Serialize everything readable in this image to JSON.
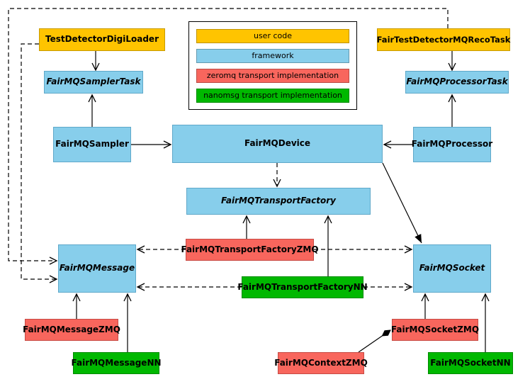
{
  "colors": {
    "user_code": "#FFC400",
    "framework": "#87CEEB",
    "zeromq": "#F8665D",
    "nanomsg": "#00B800"
  },
  "legend": {
    "items": [
      {
        "label": "user code",
        "color_key": "user_code"
      },
      {
        "label": "framework",
        "color_key": "framework"
      },
      {
        "label": "zeromq transport implementation",
        "color_key": "zeromq"
      },
      {
        "label": "nanomsg transport implementation",
        "color_key": "nanomsg"
      }
    ]
  },
  "nodes": {
    "testDetectorDigiLoader": {
      "label": "TestDetectorDigiLoader",
      "category": "user code",
      "abstract": false
    },
    "fairTestDetectorMQRecoTask": {
      "label": "FairTestDetectorMQRecoTask",
      "category": "user code",
      "abstract": false
    },
    "fairMQSamplerTask": {
      "label": "FairMQSamplerTask",
      "category": "framework",
      "abstract": true
    },
    "fairMQProcessorTask": {
      "label": "FairMQProcessorTask",
      "category": "framework",
      "abstract": true
    },
    "fairMQSampler": {
      "label": "FairMQSampler",
      "category": "framework",
      "abstract": false
    },
    "fairMQDevice": {
      "label": "FairMQDevice",
      "category": "framework",
      "abstract": false
    },
    "fairMQProcessor": {
      "label": "FairMQProcessor",
      "category": "framework",
      "abstract": false
    },
    "fairMQTransportFactory": {
      "label": "FairMQTransportFactory",
      "category": "framework",
      "abstract": true
    },
    "fairMQTransportFactoryZMQ": {
      "label": "FairMQTransportFactoryZMQ",
      "category": "zeromq",
      "abstract": false
    },
    "fairMQTransportFactoryNN": {
      "label": "FairMQTransportFactoryNN",
      "category": "nanomsg",
      "abstract": false
    },
    "fairMQMessage": {
      "label": "FairMQMessage",
      "category": "framework",
      "abstract": true
    },
    "fairMQSocket": {
      "label": "FairMQSocket",
      "category": "framework",
      "abstract": true
    },
    "fairMQMessageZMQ": {
      "label": "FairMQMessageZMQ",
      "category": "zeromq",
      "abstract": false
    },
    "fairMQMessageNN": {
      "label": "FairMQMessageNN",
      "category": "nanomsg",
      "abstract": false
    },
    "fairMQContextZMQ": {
      "label": "FairMQContextZMQ",
      "category": "zeromq",
      "abstract": false
    },
    "fairMQSocketZMQ": {
      "label": "FairMQSocketZMQ",
      "category": "zeromq",
      "abstract": false
    },
    "fairMQSocketNN": {
      "label": "FairMQSocketNN",
      "category": "nanomsg",
      "abstract": false
    }
  },
  "edges": [
    {
      "from": "TestDetectorDigiLoader",
      "to": "FairMQSamplerTask",
      "type": "inheritance",
      "style": "solid"
    },
    {
      "from": "FairMQSampler",
      "to": "FairMQSamplerTask",
      "type": "association",
      "style": "solid"
    },
    {
      "from": "FairMQSampler",
      "to": "FairMQDevice",
      "type": "inheritance",
      "style": "solid"
    },
    {
      "from": "FairMQProcessor",
      "to": "FairMQDevice",
      "type": "inheritance",
      "style": "solid"
    },
    {
      "from": "FairMQProcessor",
      "to": "FairMQProcessorTask",
      "type": "association",
      "style": "solid"
    },
    {
      "from": "FairTestDetectorMQRecoTask",
      "to": "FairMQProcessorTask",
      "type": "inheritance",
      "style": "solid"
    },
    {
      "from": "FairMQDevice",
      "to": "FairMQTransportFactory",
      "type": "dependency",
      "style": "dashed"
    },
    {
      "from": "FairMQTransportFactoryZMQ",
      "to": "FairMQTransportFactory",
      "type": "inheritance",
      "style": "solid"
    },
    {
      "from": "FairMQTransportFactoryNN",
      "to": "FairMQTransportFactory",
      "type": "inheritance",
      "style": "solid"
    },
    {
      "from": "FairMQTransportFactoryZMQ",
      "to": "FairMQMessage",
      "type": "dependency",
      "style": "dashed"
    },
    {
      "from": "FairMQTransportFactoryZMQ",
      "to": "FairMQSocket",
      "type": "dependency",
      "style": "dashed"
    },
    {
      "from": "FairMQTransportFactoryNN",
      "to": "FairMQMessage",
      "type": "dependency",
      "style": "dashed"
    },
    {
      "from": "FairMQTransportFactoryNN",
      "to": "FairMQSocket",
      "type": "dependency",
      "style": "dashed"
    },
    {
      "from": "FairMQDevice",
      "to": "FairMQSocket",
      "type": "association",
      "style": "solid"
    },
    {
      "from": "FairMQMessageZMQ",
      "to": "FairMQMessage",
      "type": "inheritance",
      "style": "solid"
    },
    {
      "from": "FairMQMessageNN",
      "to": "FairMQMessage",
      "type": "inheritance",
      "style": "solid"
    },
    {
      "from": "FairMQSocketZMQ",
      "to": "FairMQSocket",
      "type": "inheritance",
      "style": "solid"
    },
    {
      "from": "FairMQSocketNN",
      "to": "FairMQSocket",
      "type": "inheritance",
      "style": "solid"
    },
    {
      "from": "FairMQContextZMQ",
      "to": "FairMQSocketZMQ",
      "type": "composition",
      "style": "solid"
    },
    {
      "from": "FairTestDetectorMQRecoTask",
      "to": "FairMQMessage",
      "type": "dependency",
      "style": "dashed"
    },
    {
      "from": "TestDetectorDigiLoader",
      "to": "FairMQMessage",
      "type": "dependency",
      "style": "dashed"
    }
  ]
}
